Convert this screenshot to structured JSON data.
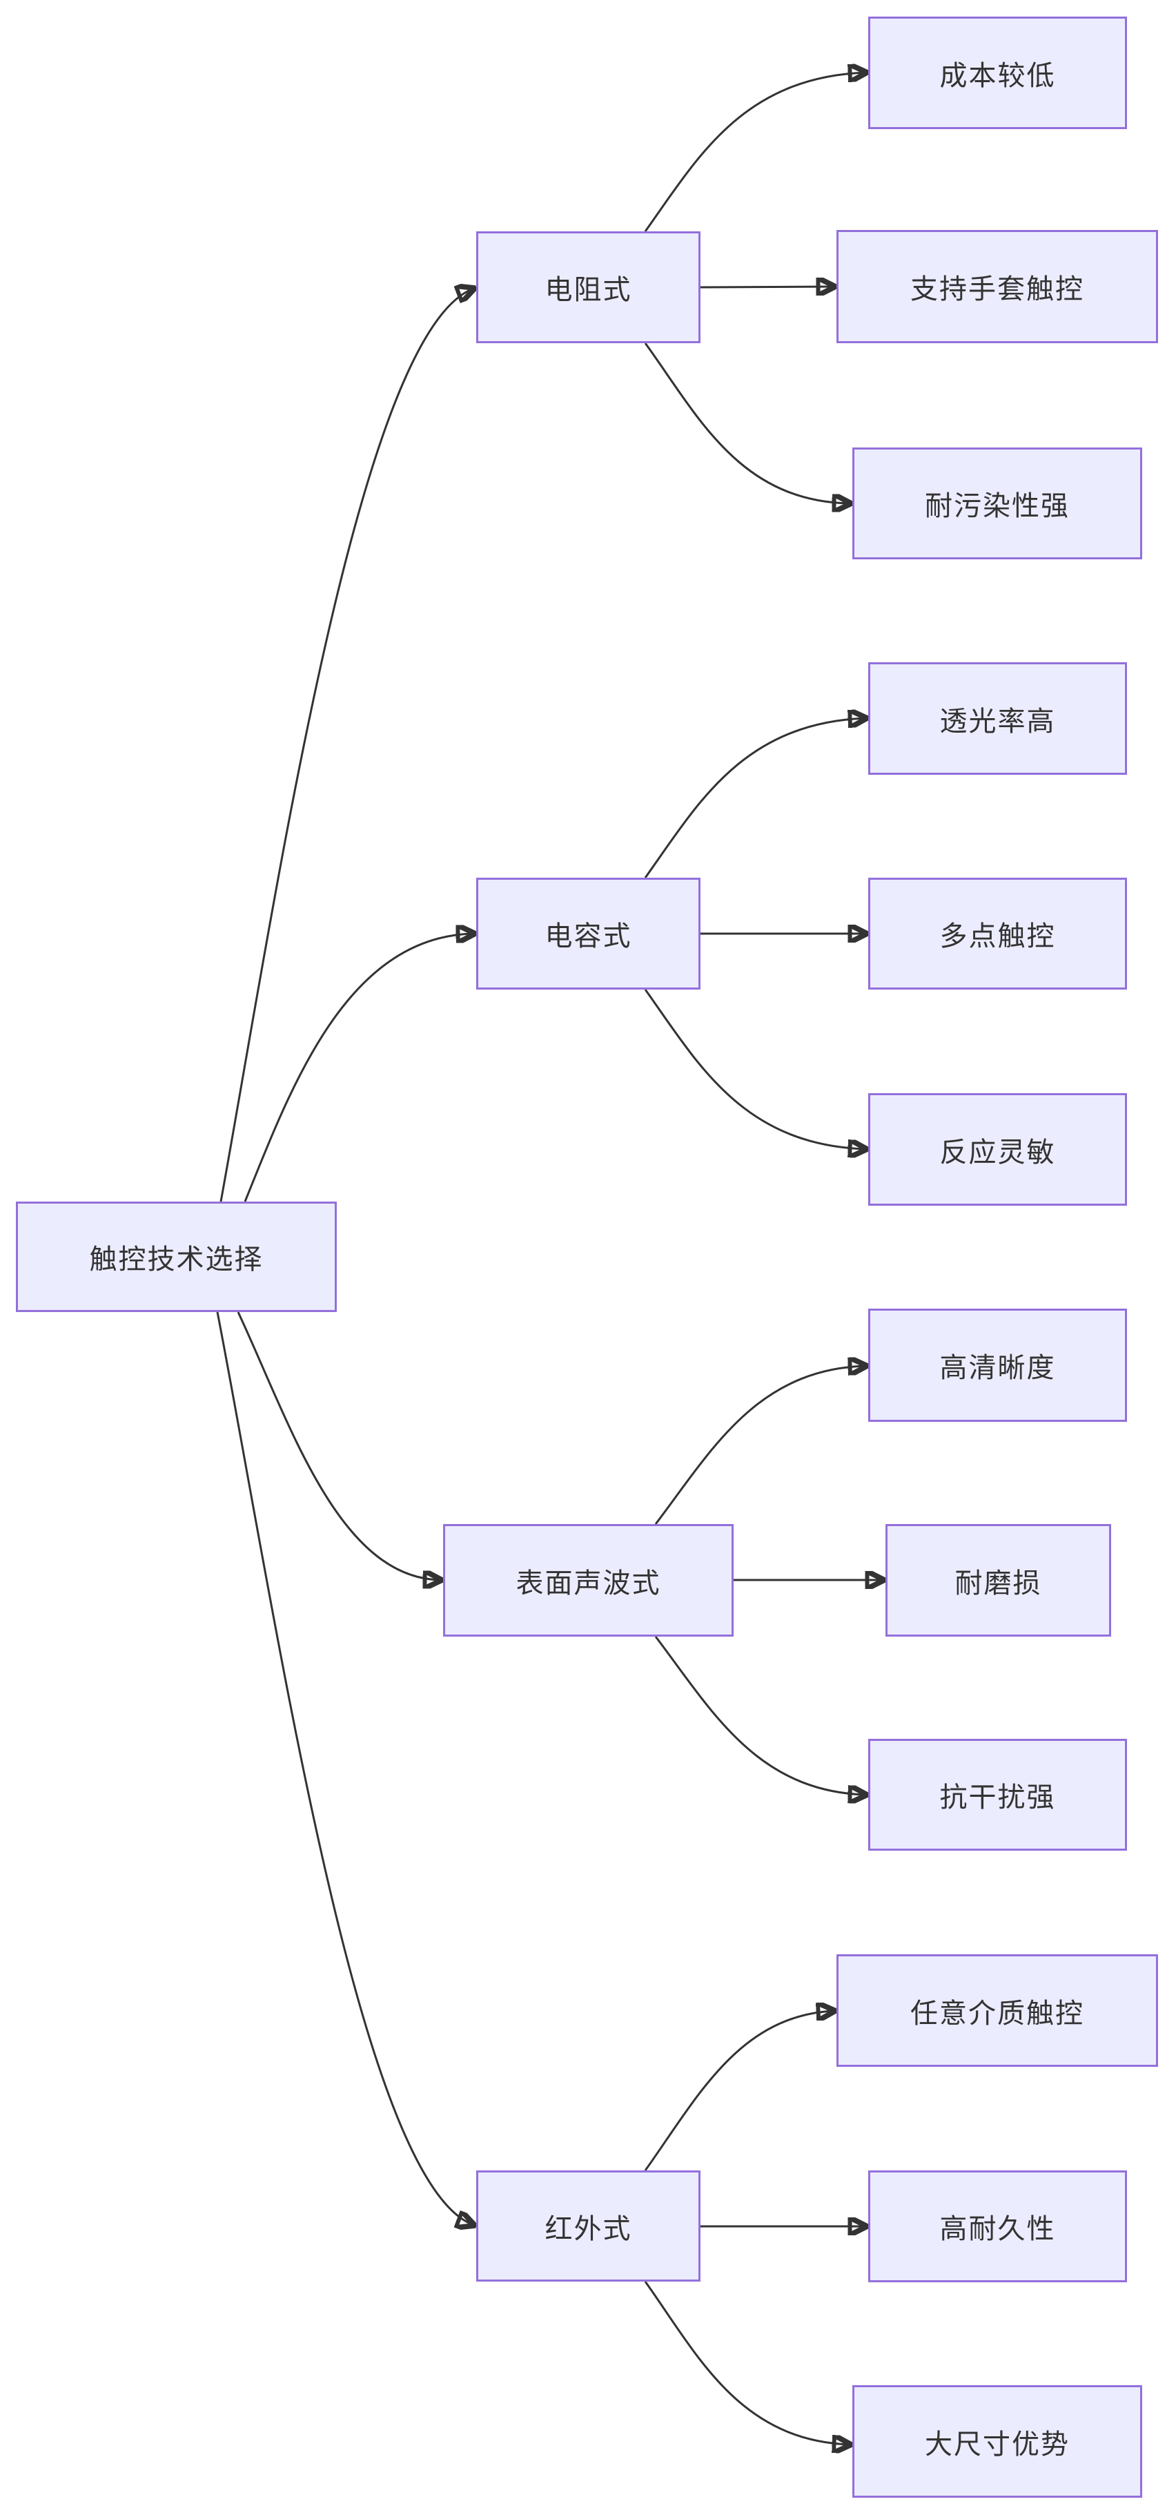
{
  "diagram": {
    "type": "flowchart-left-to-right",
    "root": {
      "label": "触控技术选择"
    },
    "branches": [
      {
        "label": "电阻式",
        "leaves": [
          {
            "label": "成本较低"
          },
          {
            "label": "支持手套触控"
          },
          {
            "label": "耐污染性强"
          }
        ]
      },
      {
        "label": "电容式",
        "leaves": [
          {
            "label": "透光率高"
          },
          {
            "label": "多点触控"
          },
          {
            "label": "反应灵敏"
          }
        ]
      },
      {
        "label": "表面声波式",
        "leaves": [
          {
            "label": "高清晰度"
          },
          {
            "label": "耐磨损"
          },
          {
            "label": "抗干扰强"
          }
        ]
      },
      {
        "label": "红外式",
        "leaves": [
          {
            "label": "任意介质触控"
          },
          {
            "label": "高耐久性"
          },
          {
            "label": "大尺寸优势"
          }
        ]
      }
    ],
    "colors": {
      "node_fill": "#ECECFF",
      "node_border": "#9370DB",
      "edge": "#333333",
      "text": "#333333",
      "background": "#FFFFFF"
    }
  }
}
